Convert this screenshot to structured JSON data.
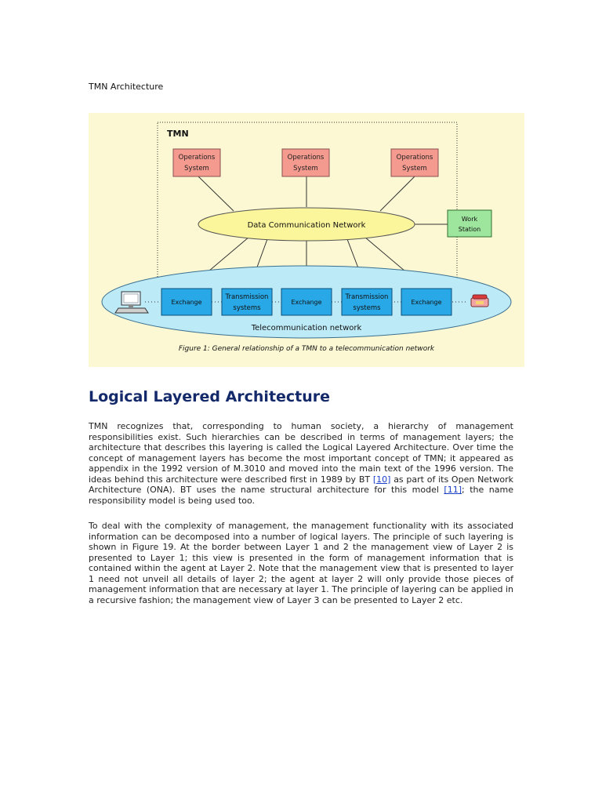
{
  "figure_heading": "TMN Architecture",
  "figure": {
    "tmn_label": "TMN",
    "operations_system": [
      "Operations",
      "System"
    ],
    "dcn_label": "Data  Communication  Network",
    "workstation": [
      "Work",
      "Station"
    ],
    "exchange_label": "Exchange",
    "transmission": [
      "Transmission",
      "systems"
    ],
    "telecom_label": "Telecommunication   network",
    "caption": "Figure 1: General relationship of a TMN to a telecommunication network",
    "colors": {
      "operations_fill": "#f59a8f",
      "dcn_fill": "#fbf59b",
      "workstation_fill": "#9ee59e",
      "telecom_fill": "#bdeaf7",
      "exchange_fill": "#28a8e6",
      "background": "#fbf8d3"
    }
  },
  "section_title": "Logical Layered Architecture",
  "paragraph1": {
    "part1": "TMN recognizes that, corresponding to human society, a hierarchy of management responsibilities exist. Such hierarchies can be described in terms of management layers; the architecture that describes this layering is called the Logical Layered Architecture. Over time the concept of management layers has become the most important concept of TMN; it appeared as appendix in the 1992 version of M.3010 and moved into the main text of the 1996 version. The ideas behind this architecture were described first in 1989 by BT ",
    "ref1": "[10]",
    "part2": " as part of its Open Network Architecture (ONA). BT uses the name structural architecture for this model ",
    "ref2": "[11]",
    "part3": "; the name responsibility model is being used too."
  },
  "paragraph2": "To deal with the complexity of management, the management functionality with its associated information can be decomposed into a number of logical layers. The principle of such layering is shown in Figure 19. At the border between Layer 1 and 2 the management view of Layer 2 is presented to Layer 1; this view is presented in the form of management information that is contained within the agent at Layer 2. Note that the management view that is presented to layer 1 need not unveil all details of layer 2; the agent at layer 2 will only provide those pieces of management information that are necessary at layer 1. The principle of layering can be applied in a recursive fashion; the management view of Layer 3 can be presented to Layer 2 etc."
}
